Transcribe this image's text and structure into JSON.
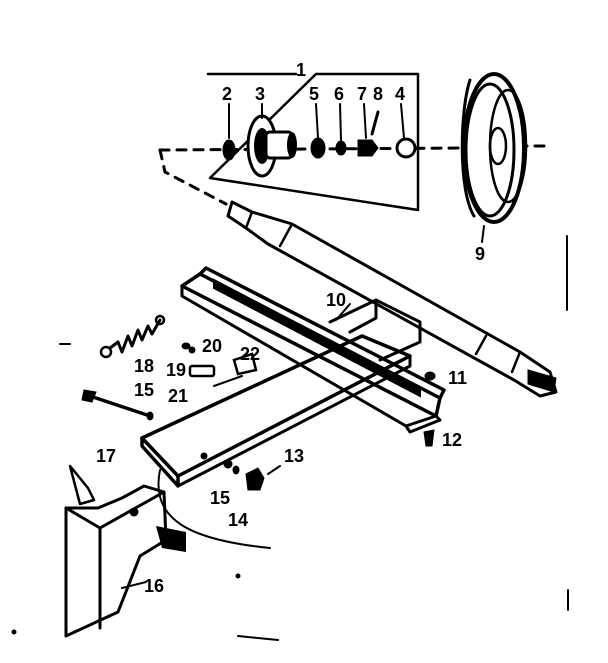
{
  "diagram": {
    "labels": {
      "p1": "1",
      "p2": "2",
      "p3": "3",
      "p4": "4",
      "p5": "5",
      "p6": "6",
      "p7": "7",
      "p8": "8",
      "p9": "9",
      "p10": "10",
      "p11": "11",
      "p12": "12",
      "p13": "13",
      "p14": "14",
      "p15a": "15",
      "p15b": "15",
      "p16": "16",
      "p17": "17",
      "p18": "18",
      "p19": "19",
      "p20": "20",
      "p21": "21",
      "p22": "22"
    }
  }
}
